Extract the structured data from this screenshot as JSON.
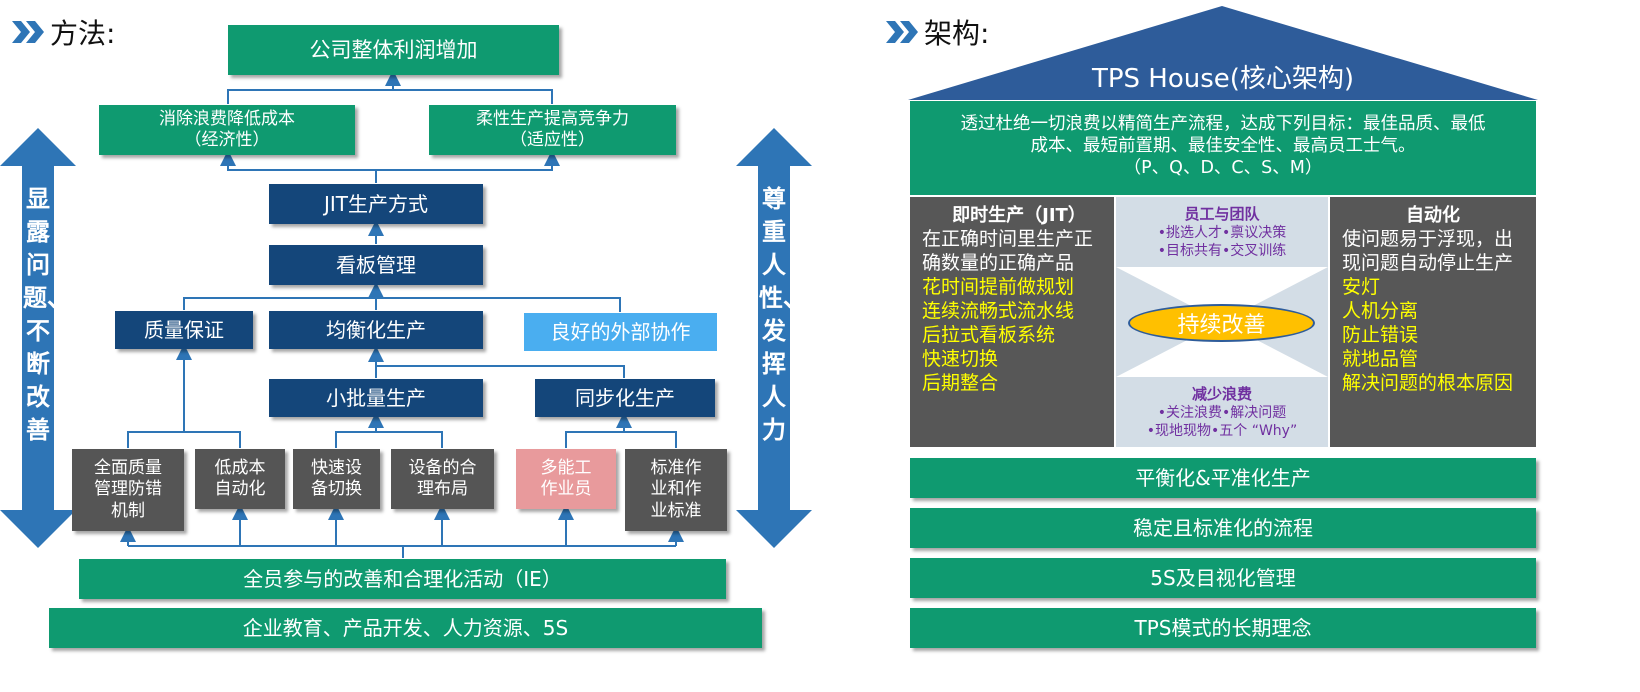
{
  "left": {
    "heading": "方法:",
    "top_box": "公司整体利润增加",
    "goal_left": [
      "消除浪费降低成本",
      "（经济性）"
    ],
    "goal_right": [
      "柔性生产提高竞争力",
      "（适应性）"
    ],
    "jit": "JIT生产方式",
    "kanban": "看板管理",
    "quality": "质量保证",
    "leveling": "均衡化生产",
    "external": "良好的外部协作",
    "small_batch": "小批量生产",
    "sync": "同步化生产",
    "items": [
      [
        "全面质量",
        "管理防错",
        "机制"
      ],
      [
        "低成本",
        "自动化"
      ],
      [
        "快速设",
        "备切换"
      ],
      [
        "设备的合",
        "理布局"
      ],
      [
        "多能工",
        "作业员"
      ],
      [
        "标准作",
        "业和作",
        "业标准"
      ]
    ],
    "ie": "全员参与的改善和合理化活动（IE）",
    "base": "企业教育、产品开发、人力资源、5S",
    "arrow_left_text": "显露问题、不断改善",
    "arrow_right_text": "尊重人性、发挥人力"
  },
  "right": {
    "heading": "架构:",
    "roof_title": "TPS House(核心架构)",
    "band_lines": [
      "透过杜绝一切浪费以精简生产流程，达成下列目标：最佳品质、最低",
      "成本、最短前置期、最佳安全性、最高员工士气。",
      "（P、Q、D、C、S、M）"
    ],
    "jit_col": {
      "title": "即时生产（JIT）",
      "white_lines": [
        "在正确时间里生产正",
        "确数量的正确产品"
      ],
      "yellow_lines": [
        "花时间提前做规划",
        "连续流畅式流水线",
        "后拉式看板系统",
        "快速切换",
        "后期整合"
      ]
    },
    "center": {
      "top_title": "员工与团队",
      "top_lines": [
        "•挑选人才•禀议决策",
        "•目标共有•交叉训练"
      ],
      "oval": "持续改善",
      "bottom_title": "减少浪费",
      "bottom_lines": [
        "•关注浪费•解决问题",
        "•现地现物•五个 “Why”"
      ]
    },
    "auto_col": {
      "title": "自动化",
      "white_lines": [
        "使问题易于浮现，出",
        "现问题自动停止生产"
      ],
      "yellow_lines": [
        "安灯",
        "人机分离",
        "防止错误",
        "就地品管",
        "解决问题的根本原因"
      ]
    },
    "foundations": [
      "平衡化&平准化生产",
      "稳定且标准化的流程",
      "5S及目视化管理",
      "TPS模式的长期理念"
    ]
  },
  "colors": {
    "green": "#0f9a70",
    "navy": "#14467a",
    "gray": "#555555",
    "pink": "#e89a9c",
    "light_blue": "#4aaef0",
    "arrow_blue": "#2e75b6",
    "roof_blue": "#2e5c9a",
    "yellow_text": "#ffff00",
    "oval_fill": "#ffc000",
    "purple_text": "#7030a0"
  },
  "icons": [
    "double-chevron-icon"
  ]
}
